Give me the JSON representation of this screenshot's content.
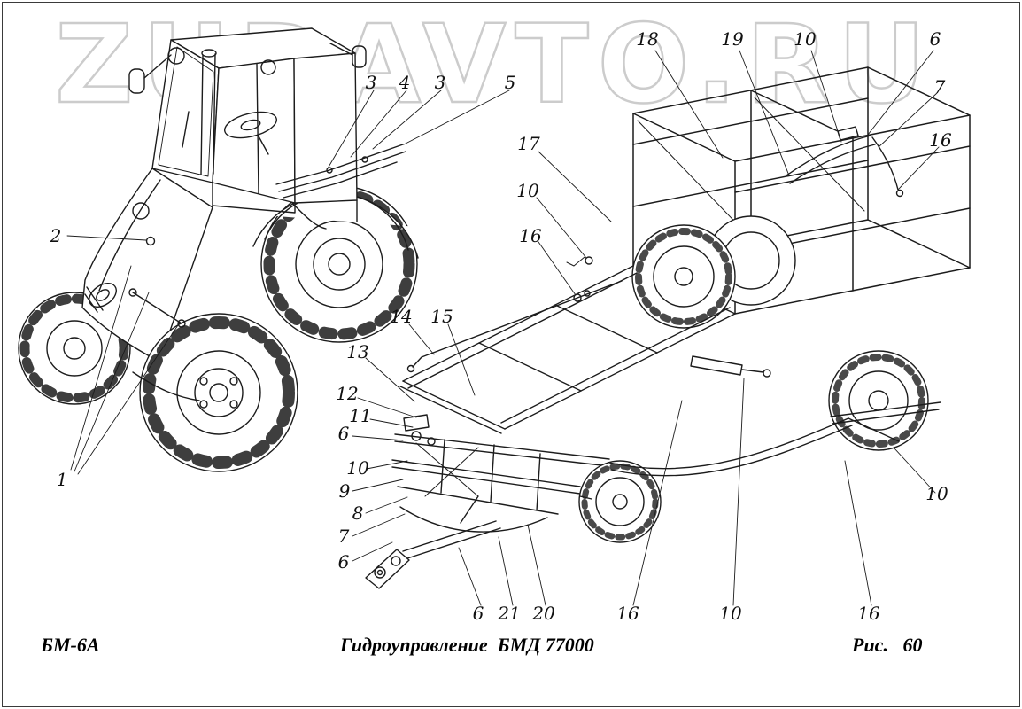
{
  "watermark": "ZUDAVTO.RU",
  "footer": {
    "model_label": "БМ-6А",
    "caption": "Гидроуправление  БМД 77000",
    "figure_label": "Рис.   60"
  },
  "callouts": [
    {
      "label": "3"
    },
    {
      "label": "4"
    },
    {
      "label": "3"
    },
    {
      "label": "5"
    },
    {
      "label": "2"
    },
    {
      "label": "1"
    },
    {
      "label": "18"
    },
    {
      "label": "19"
    },
    {
      "label": "10"
    },
    {
      "label": "6"
    },
    {
      "label": "7"
    },
    {
      "label": "16"
    },
    {
      "label": "17"
    },
    {
      "label": "10"
    },
    {
      "label": "16"
    },
    {
      "label": "14"
    },
    {
      "label": "15"
    },
    {
      "label": "13"
    },
    {
      "label": "12"
    },
    {
      "label": "11"
    },
    {
      "label": "6"
    },
    {
      "label": "10"
    },
    {
      "label": "9"
    },
    {
      "label": "8"
    },
    {
      "label": "7"
    },
    {
      "label": "6"
    },
    {
      "label": "6"
    },
    {
      "label": "21"
    },
    {
      "label": "20"
    },
    {
      "label": "16"
    },
    {
      "label": "10"
    },
    {
      "label": "16"
    },
    {
      "label": "10"
    }
  ]
}
